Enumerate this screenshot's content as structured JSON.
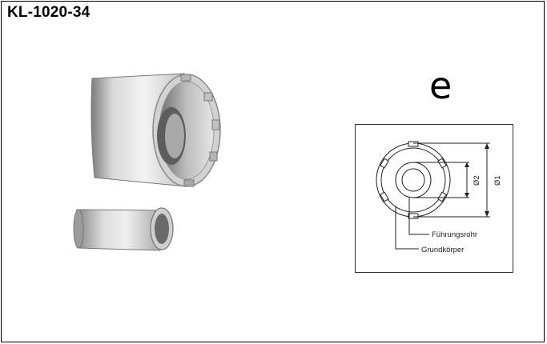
{
  "header": {
    "part_number": "KL-1020-34"
  },
  "variant": {
    "letter": "e"
  },
  "drawing": {
    "dimension_1": "Ø1",
    "dimension_2": "Ø2",
    "label_guide_tube": "Führungsrohr",
    "label_base_body": "Grundkörper"
  },
  "colors": {
    "border": "#000000",
    "metal_light": "#e4e4e4",
    "metal_dark": "#8c8c8c"
  }
}
